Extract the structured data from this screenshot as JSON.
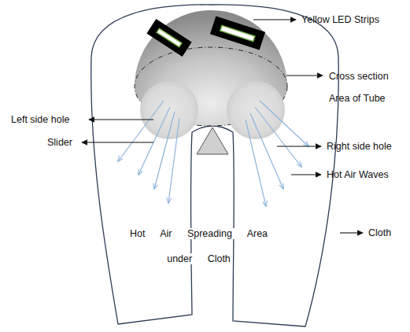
{
  "diagram": {
    "labels": [
      "Yellow LED Strips",
      "Cross section Area of Tube",
      "Left side hole",
      "Slider",
      "Right side hole",
      "Hot Air Waves",
      "Cloth",
      "Hot Air Spreading Area under Cloth"
    ]
  }
}
